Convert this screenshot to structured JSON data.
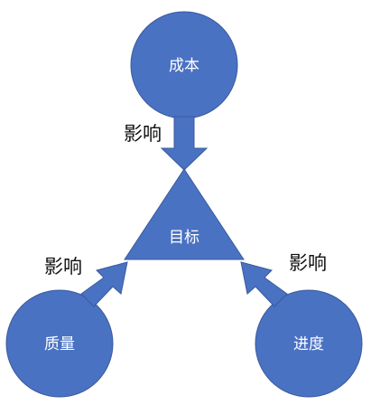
{
  "colors": {
    "fill": "#4a72c3",
    "stroke": "#3a5a9c",
    "label": "#ffffff",
    "edge_label": "#111111",
    "background": "#ffffff"
  },
  "nodes": {
    "cost": {
      "label": "成本"
    },
    "target": {
      "label": "目标"
    },
    "quality": {
      "label": "质量"
    },
    "schedule": {
      "label": "进度"
    }
  },
  "edges": {
    "cost_to_target": {
      "label": "影响"
    },
    "quality_to_target": {
      "label": "影响"
    },
    "schedule_to_target": {
      "label": "影响"
    }
  }
}
